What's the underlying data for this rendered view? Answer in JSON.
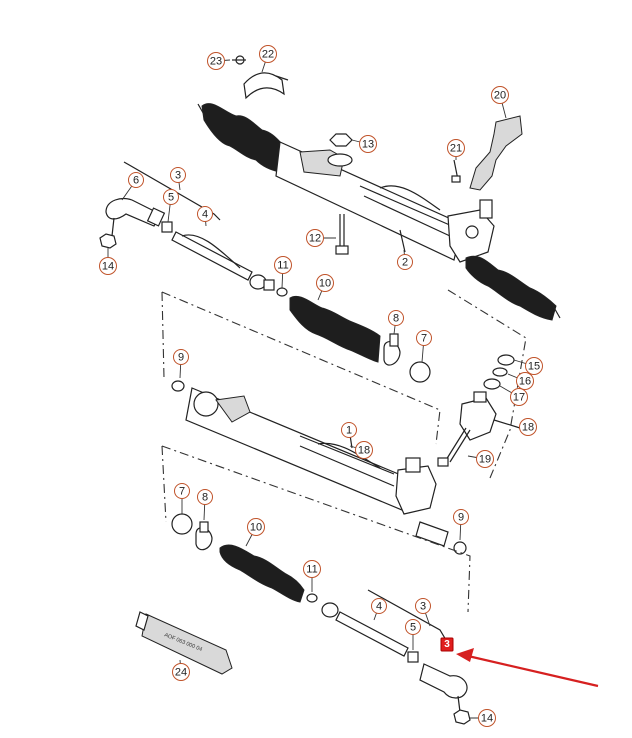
{
  "diagram": {
    "callouts": [
      {
        "id": "c23",
        "label": "23"
      },
      {
        "id": "c22",
        "label": "22"
      },
      {
        "id": "c20",
        "label": "20"
      },
      {
        "id": "c13",
        "label": "13"
      },
      {
        "id": "c21",
        "label": "21"
      },
      {
        "id": "c6",
        "label": "6"
      },
      {
        "id": "c3a",
        "label": "3"
      },
      {
        "id": "c5a",
        "label": "5"
      },
      {
        "id": "c4a",
        "label": "4"
      },
      {
        "id": "c12",
        "label": "12"
      },
      {
        "id": "c2",
        "label": "2"
      },
      {
        "id": "c14a",
        "label": "14"
      },
      {
        "id": "c11a",
        "label": "11"
      },
      {
        "id": "c10a",
        "label": "10"
      },
      {
        "id": "c8a",
        "label": "8"
      },
      {
        "id": "c7a",
        "label": "7"
      },
      {
        "id": "c9a",
        "label": "9"
      },
      {
        "id": "c15",
        "label": "15"
      },
      {
        "id": "c16",
        "label": "16"
      },
      {
        "id": "c17",
        "label": "17"
      },
      {
        "id": "c18a",
        "label": "18"
      },
      {
        "id": "c1",
        "label": "1"
      },
      {
        "id": "c18b",
        "label": "18"
      },
      {
        "id": "c19",
        "label": "19"
      },
      {
        "id": "c7b",
        "label": "7"
      },
      {
        "id": "c8b",
        "label": "8"
      },
      {
        "id": "c10b",
        "label": "10"
      },
      {
        "id": "c9b",
        "label": "9"
      },
      {
        "id": "c11b",
        "label": "11"
      },
      {
        "id": "c4b",
        "label": "4"
      },
      {
        "id": "c3b",
        "label": "3"
      },
      {
        "id": "c5b",
        "label": "5"
      },
      {
        "id": "c24",
        "label": "24"
      },
      {
        "id": "c14b",
        "label": "14"
      }
    ],
    "highlighted": {
      "label": "3"
    },
    "tube_text": "AOF 063 000 04",
    "colors": {
      "callout_ring": "#c0532a",
      "highlight": "#e01e1e",
      "arrow": "#d62020",
      "line": "#222222"
    }
  }
}
